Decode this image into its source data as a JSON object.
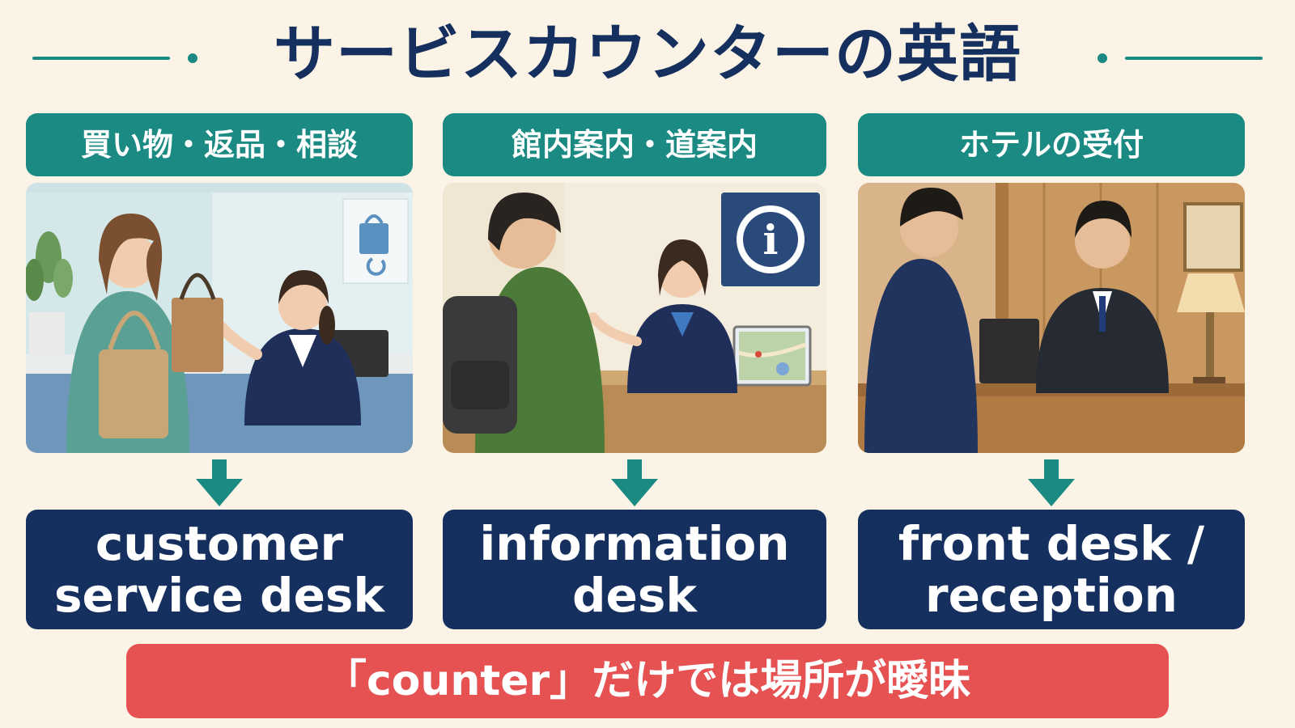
{
  "title": "サービスカウンターの英語",
  "colors": {
    "teal": "#1a8a82",
    "navy": "#15305e",
    "red": "#e65151",
    "background": "#fbf4e6"
  },
  "cards": [
    {
      "label": "買い物・返品・相談",
      "answer_line1": "customer",
      "answer_line2": "service desk",
      "scene": "store-customer-service-counter"
    },
    {
      "label": "館内案内・道案内",
      "answer_line1": "information",
      "answer_line2": "desk",
      "scene": "information-desk-with-info-sign"
    },
    {
      "label": "ホテルの受付",
      "answer_line1": "front desk /",
      "answer_line2": "reception",
      "scene": "hotel-front-desk"
    }
  ],
  "info_sign": "i",
  "note": "「counter」だけでは場所が曖昧"
}
